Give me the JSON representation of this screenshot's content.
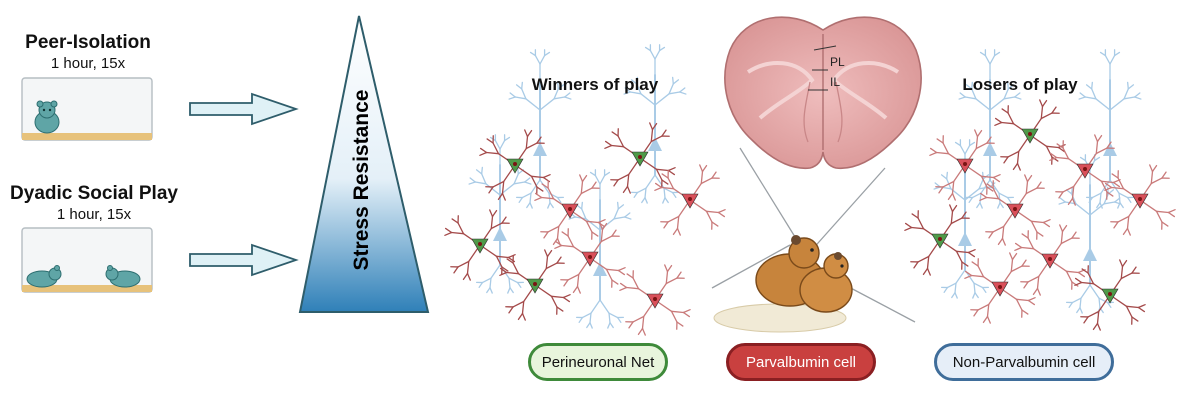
{
  "conditions": [
    {
      "title": "Peer-Isolation",
      "subtitle": "1 hour, 15x"
    },
    {
      "title": "Dyadic Social Play",
      "subtitle": "1 hour, 15x"
    }
  ],
  "triangle_label": "Stress Resistance",
  "groups": {
    "winners": "Winners of play",
    "losers": "Losers of play"
  },
  "brain_regions": {
    "upper": "PL",
    "lower": "IL"
  },
  "legend": [
    {
      "label": "Perineuronal Net",
      "fill": "#e8f5dc",
      "border": "#3e8a3a"
    },
    {
      "label": "Parvalbumin cell",
      "fill": "#c9403f",
      "border": "#8a1f22"
    },
    {
      "label": "Non-Parvalbumin cell",
      "fill": "#e6eef8",
      "border": "#3f6d9a"
    }
  ],
  "colors": {
    "arrow_fill": "#dff1f6",
    "arrow_stroke": "#2e5d6b",
    "triangle_top": "#ffffff",
    "triangle_bottom": "#2f80b8",
    "triangle_stroke": "#2e5d6b",
    "pyramidal": "#a9cbe6",
    "pv_cell": "#d9505a",
    "pv_dendrite": "#c97a7a",
    "nonpv_cell": "#4f9a49",
    "nonpv_dendrite": "#a44a4a",
    "hamster_cage": "#63a8a8",
    "brain": "#e2a3a3",
    "rat": "#c7843c"
  }
}
